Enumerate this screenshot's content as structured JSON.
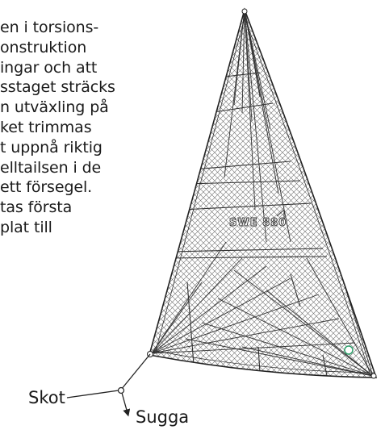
{
  "text_lines": [
    "en i torsions-",
    "onstruktion",
    "ingar och att",
    "sstaget sträcks",
    "n utväxling på",
    "ket trimmas",
    "t uppnå riktig",
    "elltailsen i de",
    " ett försegel.",
    "tas första",
    "plat till"
  ],
  "sail_number": "SWE 880",
  "labels": {
    "skot": "Skot",
    "sugga": "Sugga"
  },
  "colors": {
    "text": "#1a1a1a",
    "line": "#222222",
    "mesh": "#555555",
    "ring": "#2e9e6a"
  }
}
